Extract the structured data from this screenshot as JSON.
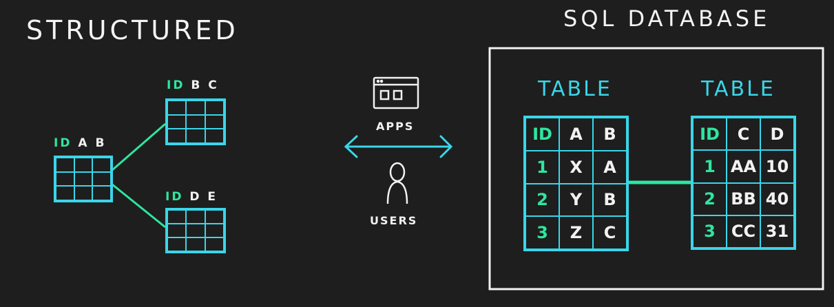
{
  "left": {
    "title": "STRUCTURED",
    "tables": [
      {
        "cols": [
          "ID",
          "A",
          "B"
        ]
      },
      {
        "cols": [
          "ID",
          "B",
          "C"
        ]
      },
      {
        "cols": [
          "ID",
          "D",
          "E"
        ]
      }
    ]
  },
  "middle": {
    "apps_label": "APPS",
    "users_label": "USERS"
  },
  "right": {
    "title": "SQL DATABASE",
    "tables": [
      {
        "name": "TABLE",
        "header": [
          "ID",
          "A",
          "B"
        ],
        "rows": [
          [
            "1",
            "X",
            "A"
          ],
          [
            "2",
            "Y",
            "B"
          ],
          [
            "3",
            "Z",
            "C"
          ]
        ]
      },
      {
        "name": "TABLE",
        "header": [
          "ID",
          "C",
          "D"
        ],
        "rows": [
          [
            "1",
            "AA",
            "10"
          ],
          [
            "2",
            "BB",
            "40"
          ],
          [
            "3",
            "CC",
            "31"
          ]
        ]
      }
    ]
  },
  "colors": {
    "background": "#1e1e1e",
    "table": "#3ad6ea",
    "accent": "#2ee6a0",
    "text": "#f2f2f2"
  }
}
